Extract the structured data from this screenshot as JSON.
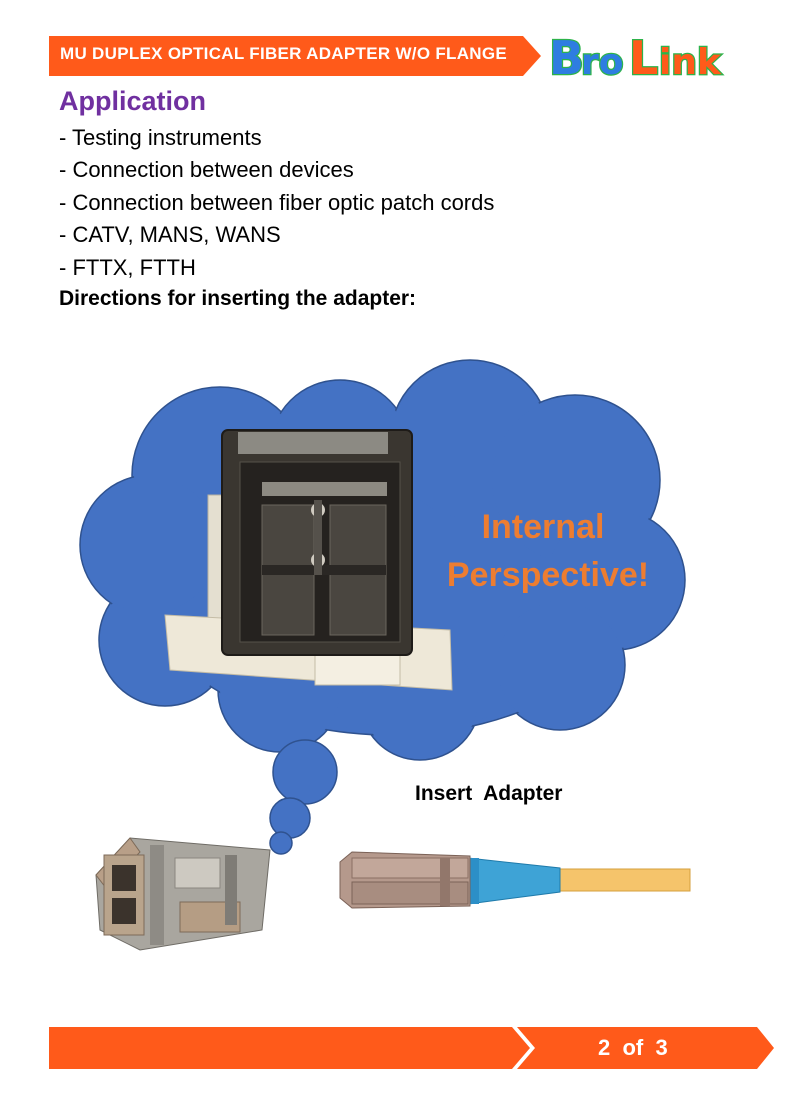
{
  "header": {
    "title": "MU DUPLEX OPTICAL FIBER ADAPTER W/O FLANGE",
    "accent_color": "#FF5A1A"
  },
  "logo": {
    "text": "BroLink",
    "colors": {
      "Bro": "#2E7DE1",
      "Link": "#FF5A1A",
      "outline": "#2DB34A"
    }
  },
  "application": {
    "title": "Application",
    "items": [
      "- Testing instruments",
      "- Connection between devices",
      "- Connection between fiber optic patch cords",
      "- CATV, MANS, WANS",
      "- FTTX, FTTH"
    ]
  },
  "directions": {
    "title": "Directions for inserting the adapter:"
  },
  "illustration": {
    "thought_bubble_text_line1": "Internal",
    "thought_bubble_text_line2": "Perspective!",
    "insert_label": "Insert  Adapter",
    "cloud_color": "#4472C4"
  },
  "footer": {
    "page_label": "2  of  3"
  }
}
